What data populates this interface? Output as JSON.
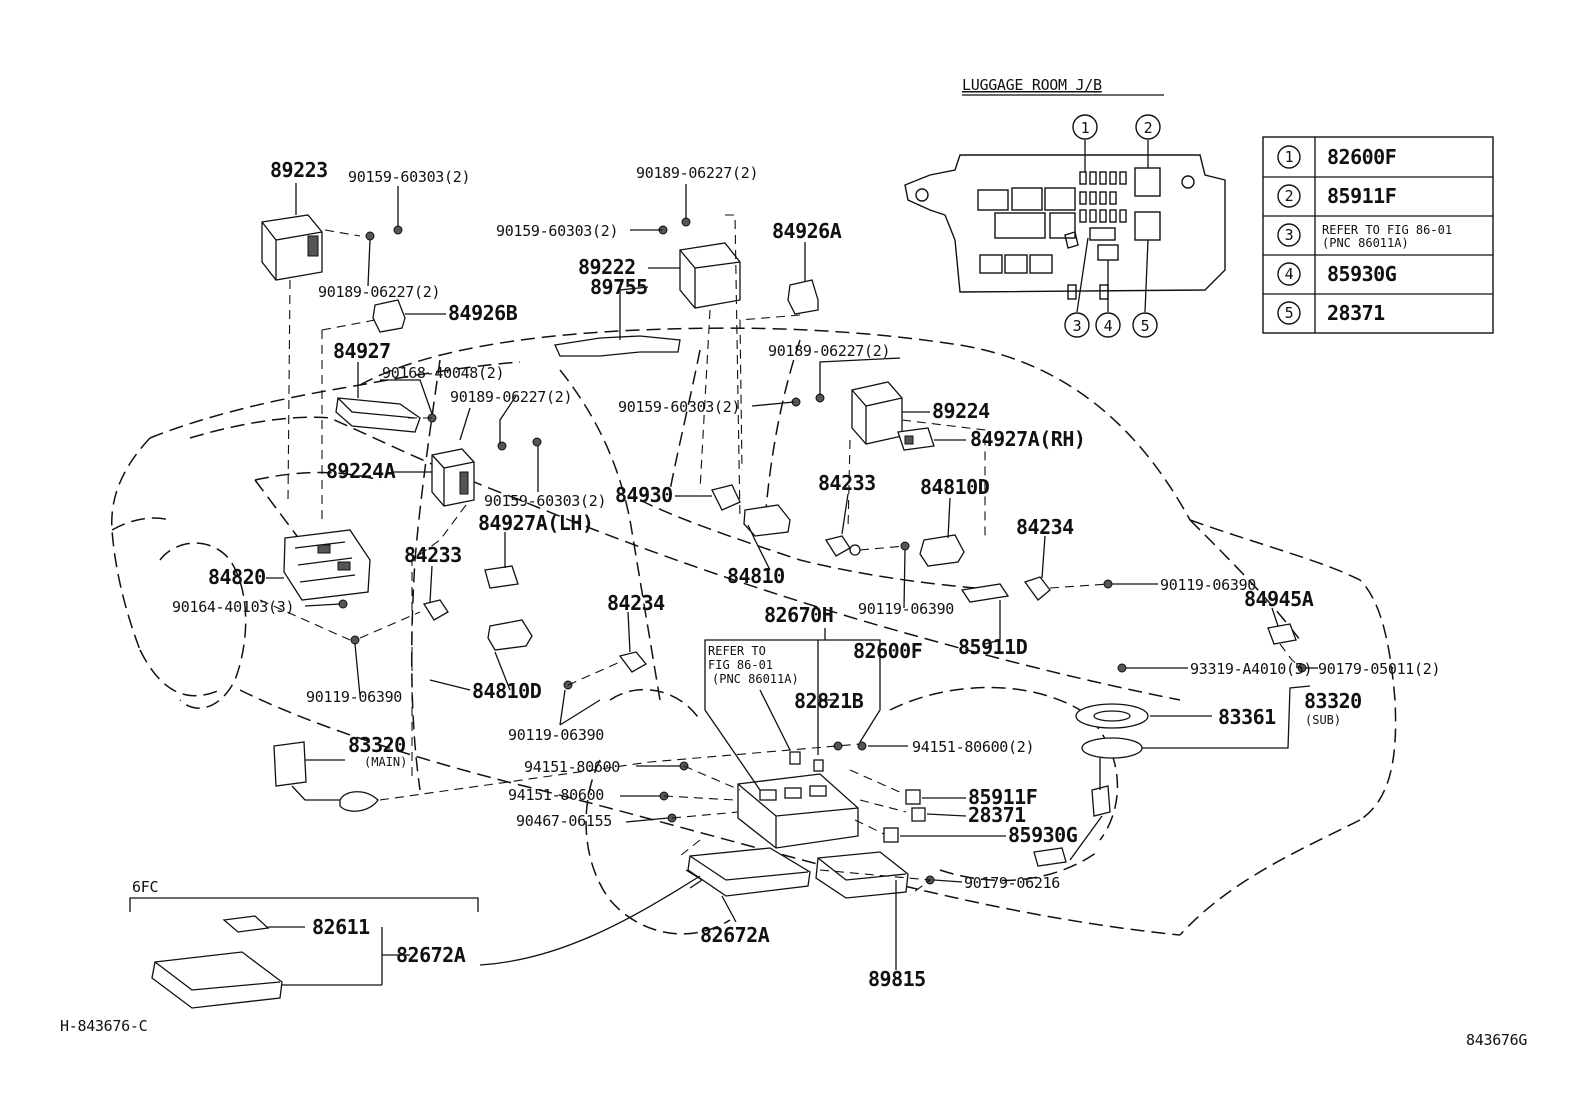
{
  "luggage_jb": {
    "title": "LUGGAGE ROOM J/B",
    "callouts": [
      "1",
      "2",
      "3",
      "4",
      "5"
    ]
  },
  "legend": [
    {
      "num": "1",
      "value": "82600F"
    },
    {
      "num": "2",
      "value": "85911F"
    },
    {
      "num": "3",
      "value": "REFER TO FIG 86-01",
      "sub": "(PNC 86011A)"
    },
    {
      "num": "4",
      "value": "85930G"
    },
    {
      "num": "5",
      "value": "28371"
    }
  ],
  "parts": {
    "p89223": "89223",
    "p89222": "89222",
    "p89755": "89755",
    "p84926A": "84926A",
    "p84926B": "84926B",
    "p84927": "84927",
    "p89224": "89224",
    "p84927A_RH": "84927A(RH)",
    "p89224A": "89224A",
    "p84233_r": "84233",
    "p84810D_r": "84810D",
    "p84930": "84930",
    "p84927A_LH": "84927A(LH)",
    "p84234_r": "84234",
    "p84810": "84810",
    "p84820": "84820",
    "p84233_l": "84233",
    "p82670H": "82670H",
    "p84945A": "84945A",
    "p84234_c": "84234",
    "p82600F": "82600F",
    "p85911D": "85911D",
    "p82821B": "82821B",
    "p83320_sub": "83320",
    "p84810D_l": "84810D",
    "p83361": "83361",
    "p83320_main": "83320",
    "p85911F": "85911F",
    "p28371": "28371",
    "p85930G": "85930G",
    "p82611": "82611",
    "p82672A_l": "82672A",
    "p82672A_c": "82672A",
    "p89815": "89815"
  },
  "bolts": {
    "b1": "90159-60303(2)",
    "b2": "90189-06227(2)",
    "b3": "90189-06227(2)",
    "b4": "90159-60303(2)",
    "b5": "90189-06227(2)",
    "b6": "90168-40048(2)",
    "b7": "90189-06227(2)",
    "b8": "90159-60303(2)",
    "b9": "90159-60303(2)",
    "b10": "90164-40103(3)",
    "b11": "90119-06390",
    "b12": "90119-06390",
    "b13": "90119-06390",
    "b14": "90119-06390",
    "b15": "93319-A4010(5)",
    "b16": "90179-05011(2)",
    "b17": "94151-80600(2)",
    "b18": "94151-80600",
    "b19": "94151-80600",
    "b20": "90467-06155",
    "b21": "90179-06216"
  },
  "notes": {
    "refer1": "REFER TO",
    "refer2": "FIG 86-01",
    "refer3": "(PNC 86011A)",
    "main": "(MAIN)",
    "sub": "(SUB)",
    "sixfc": "6FC"
  },
  "footer": {
    "left_code": "H-843676-C",
    "right_code": "843676G"
  }
}
